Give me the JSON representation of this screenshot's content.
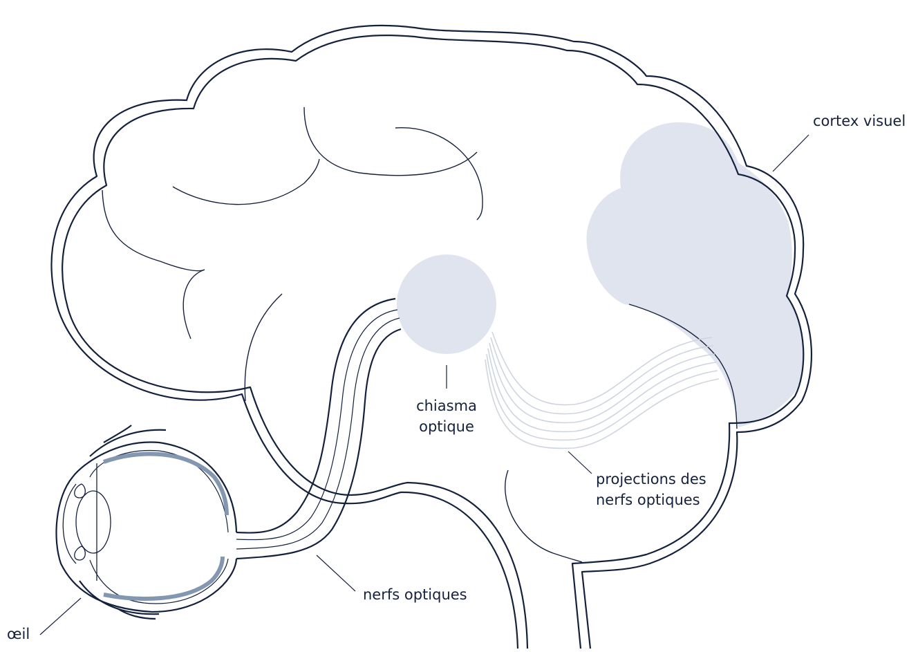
{
  "labels": {
    "visual_cortex": "cortex visuel",
    "optic_chiasm_line1": "chiasma",
    "optic_chiasm_line2": "optique",
    "projections_line1": "projections des",
    "projections_line2": "nerfs optiques",
    "optic_nerves": "nerfs optiques",
    "eye": "œil"
  },
  "colors": {
    "outline": "#14213d",
    "highlight_fill": "#dfe4ee",
    "projection_lines": "#cfd5df",
    "retina": "#8497b0",
    "background": "#ffffff"
  }
}
